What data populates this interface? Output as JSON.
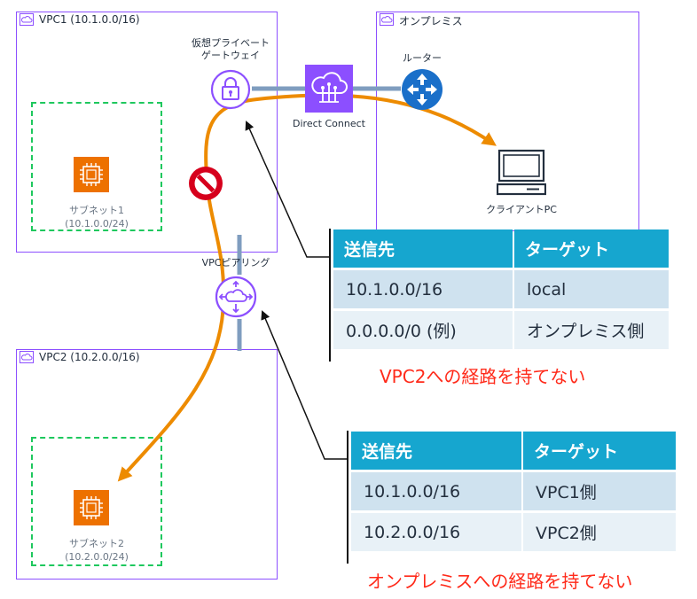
{
  "groups": {
    "vpc1": {
      "label": "VPC1 (10.1.0.0/16)"
    },
    "vpc2": {
      "label": "VPC2 (10.2.0.0/16)"
    },
    "onprem": {
      "label": "オンプレミス"
    }
  },
  "subnets": {
    "subnet1": {
      "name": "サブネット1",
      "cidr": "(10.1.0.0/24)"
    },
    "subnet2": {
      "name": "サブネット2",
      "cidr": "(10.2.0.0/24)"
    }
  },
  "icons": {
    "vgw": {
      "line1": "仮想プライベート",
      "line2": "ゲートウェイ",
      "icon": "lock-icon"
    },
    "dx": {
      "label": "Direct Connect",
      "icon": "direct-connect-icon"
    },
    "router": {
      "label": "ルーター",
      "icon": "router-icon"
    },
    "client": {
      "label": "クライアントPC",
      "icon": "desktop-pc-icon"
    },
    "peering": {
      "label": "VPCピアリング",
      "icon": "peering-icon"
    },
    "ec2": {
      "icon": "ec2-instance-icon"
    },
    "blocked": {
      "icon": "no-entry-icon"
    }
  },
  "route_tables": {
    "vpc1": {
      "headers": [
        "送信先",
        "ターゲット"
      ],
      "rows": [
        [
          "10.1.0.0/16",
          "local"
        ],
        [
          "0.0.0.0/0 (例)",
          "オンプレミス側"
        ]
      ],
      "note": "VPC2への経路を持てない"
    },
    "vpc2": {
      "headers": [
        "送信先",
        "ターゲット"
      ],
      "rows": [
        [
          "10.1.0.0/16",
          "VPC1側"
        ],
        [
          "10.2.0.0/16",
          "VPC2側"
        ]
      ],
      "note": "オンプレミスへの経路を持てない"
    }
  },
  "colors": {
    "vpc_border": "#8c4fff",
    "subnet_border": "#1ec85e",
    "route_arrow": "#ed8b00",
    "link": "#7f9dbf",
    "table_header": "#16a6cf",
    "note_text": "#ff2a1a",
    "blocked": "#d6001c"
  }
}
